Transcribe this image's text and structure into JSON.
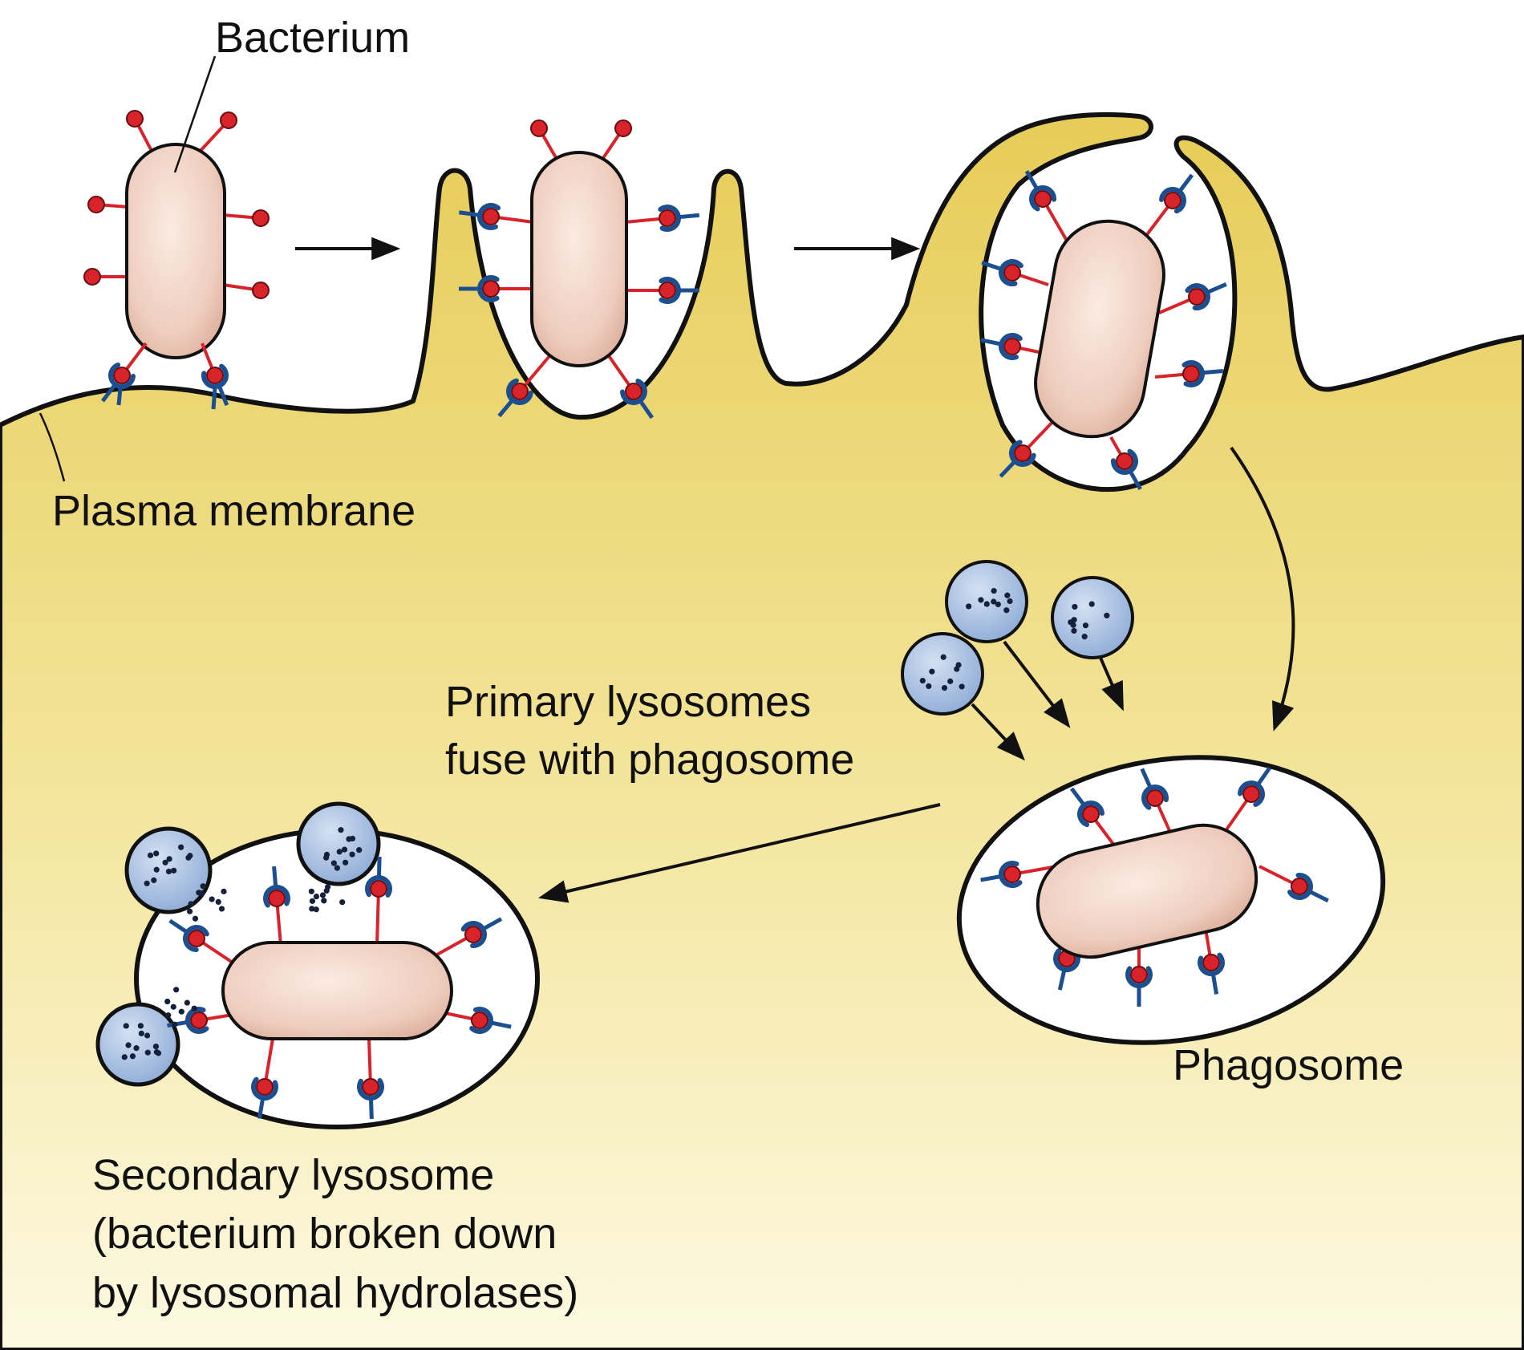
{
  "labels": {
    "bacterium": "Bacterium",
    "plasma_membrane": "Plasma membrane",
    "primary_line1": "Primary lysosomes",
    "primary_line2": "fuse with phagosome",
    "phagosome": "Phagosome",
    "secondary_line1": "Secondary lysosome",
    "secondary_line2": "(bacterium broken down",
    "secondary_line3": "by lysosomal hydrolases)"
  },
  "colors": {
    "cytoplasm_top": "#e8cf5e",
    "cytoplasm_bottom": "#fdf9df",
    "bacterium_fill": "#f1d0c2",
    "antigen_red": "#d8232a",
    "receptor_blue": "#1c4f8f",
    "lysosome_blue": "#9fb7dc",
    "outline": "#111111"
  }
}
